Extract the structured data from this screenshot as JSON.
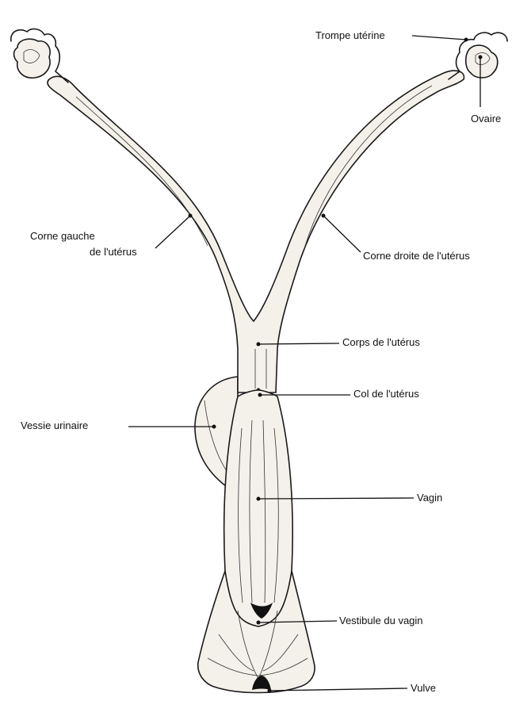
{
  "labels": {
    "trompe": "Trompe utérine",
    "ovaire": "Ovaire",
    "corne_gauche_1": "Corne gauche",
    "corne_gauche_2": "de l'utérus",
    "corne_droite": "Corne droite de l'utérus",
    "corps": "Corps de l'utérus",
    "col": "Col de l'utérus",
    "vessie": "Vessie urinaire",
    "vagin": "Vagin",
    "vestibule": "Vestibule du vagin",
    "vulve": "Vulve"
  },
  "colors": {
    "ink": "#1a1a1a",
    "paper": "#ffffff",
    "tissue": "#f4f1ea"
  }
}
